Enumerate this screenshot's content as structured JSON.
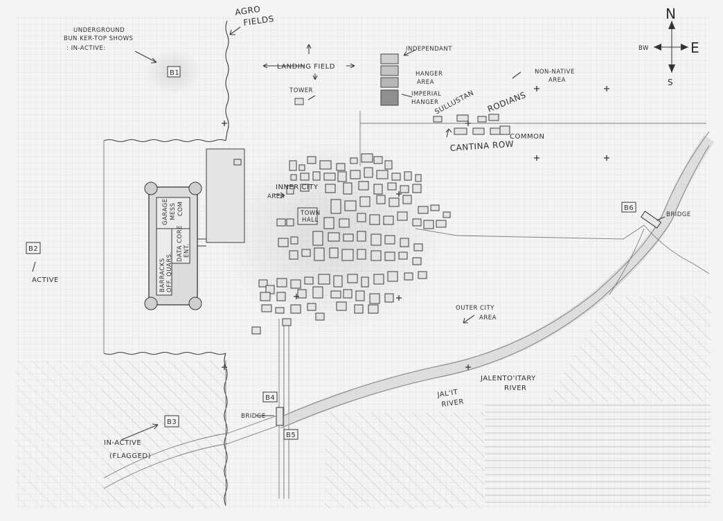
{
  "compass": {
    "north": "N",
    "south": "S",
    "east": "E",
    "west": "BW"
  },
  "labels": {
    "agro_fields": [
      "AGRO",
      "FIELDS"
    ],
    "bunker_note": [
      "UNDERGROUND",
      "BUN KER-TOP SHOWS",
      ": IN-ACTIVE:"
    ],
    "landing_field": "LANDING FIELD",
    "tower": "TOWER",
    "independant": "INDEPENDANT",
    "hanger_area": [
      "HANGER",
      "AREA"
    ],
    "imperial_hanger": [
      "IMPERIAL",
      "HANGER"
    ],
    "sullustan": "SULLUSTAN",
    "rodians": "RODIANS",
    "non_native_area": [
      "NON-NATIVE",
      "AREA"
    ],
    "common": "COMMON",
    "cantina_row": "CANTINA ROW",
    "inner_city_area": [
      "INNER CITY",
      "AREA"
    ],
    "town_hall": [
      "TOWN",
      "HALL"
    ],
    "garage": "GARAGE",
    "mess": "MESS",
    "com": "COM",
    "data_core": [
      "DATA CORE",
      "ENT."
    ],
    "barracks": "BARRACKS",
    "off_quars": "OFF. QUARS.",
    "active": "ACTIVE",
    "inactive_flagged": [
      "IN-ACTIVE",
      "(FLAGGED)"
    ],
    "bridge_west": "BRIDGE",
    "bridge_east": "BRIDGE",
    "outer_city_area": [
      "OUTER CITY",
      "AREA"
    ],
    "river_name": [
      "JALENTO'ITARY",
      "RIVER"
    ],
    "river_alt": [
      "JAL'IT",
      "RIVER"
    ]
  },
  "bunkers": {
    "b1": "B1",
    "b2": "B2",
    "b3": "B3",
    "b4": "B4",
    "b5": "B5",
    "b6": "B6"
  }
}
